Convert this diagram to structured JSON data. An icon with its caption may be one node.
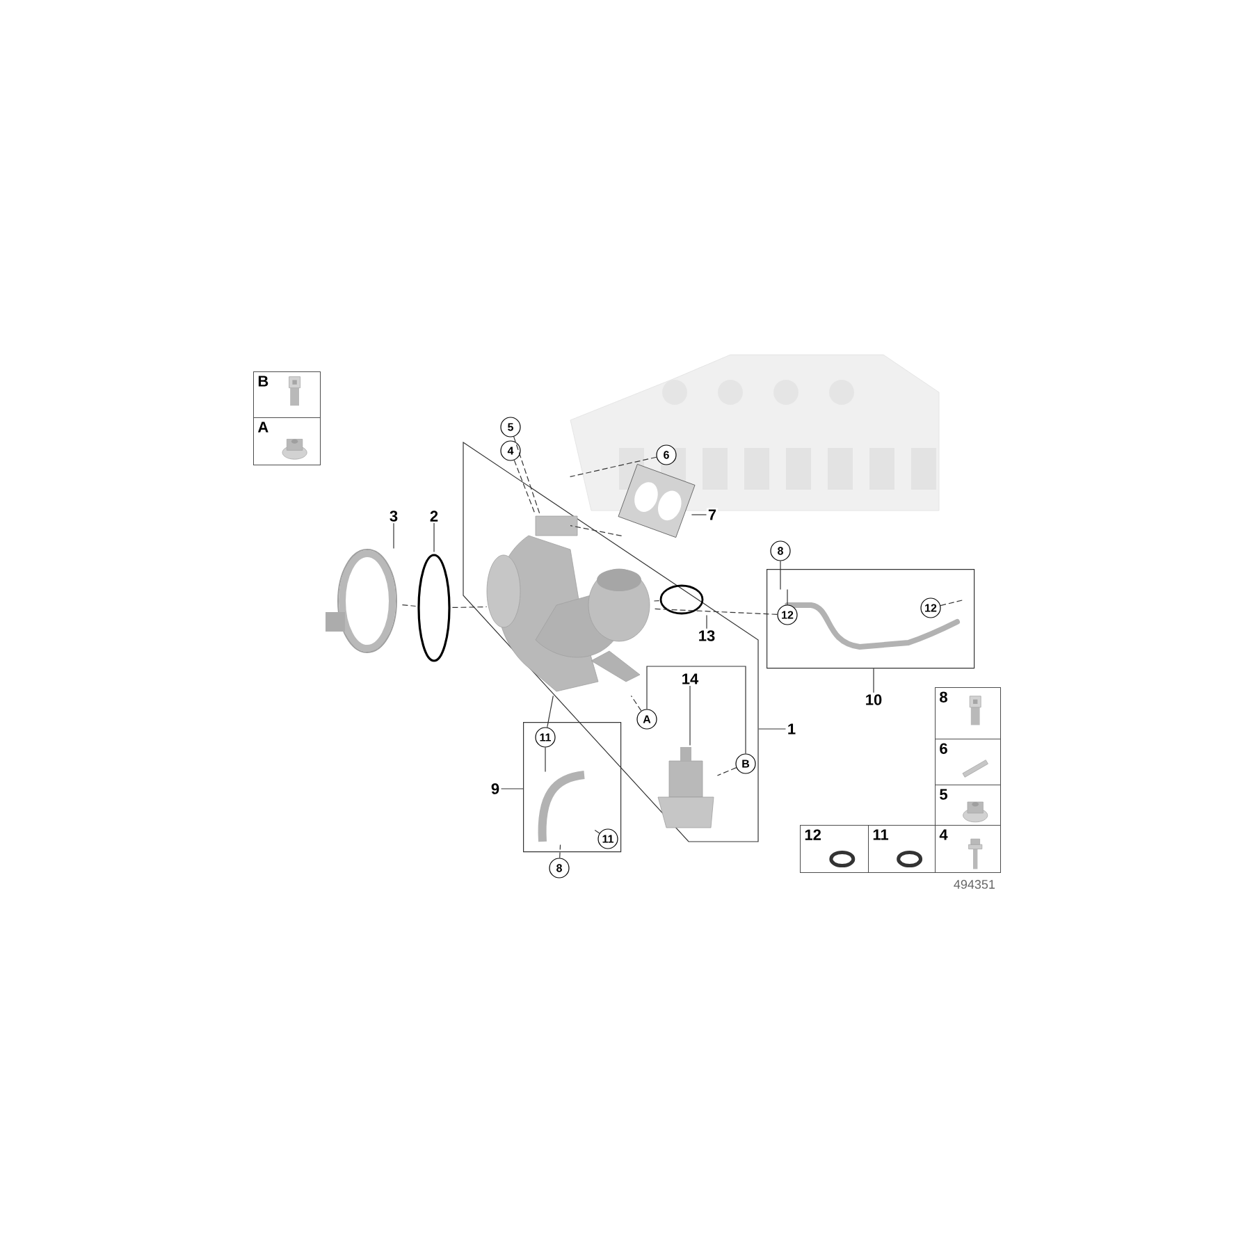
{
  "diagram": {
    "nodes": [
      {
        "text": [
          "B"
        ]
      },
      {
        "text": [
          "A"
        ]
      },
      {
        "text": [],
        "shape": "picture"
      },
      {
        "text": [
          "5"
        ]
      },
      {
        "text": [
          "4"
        ]
      },
      {
        "text": [
          "6"
        ],
        "in": 2
      },
      {
        "text": [],
        "shape": "picture"
      },
      {
        "text": [
          "7"
        ]
      },
      {
        "text": [
          "3"
        ]
      },
      {
        "text": [
          "2"
        ]
      },
      {
        "text": [],
        "shape": "picture"
      },
      {
        "text": [],
        "shape": "circle"
      },
      {
        "text": [],
        "shape": "box"
      },
      {
        "text": [],
        "shape": "picture",
        "in": 12
      },
      {
        "text": [],
        "shape": "circle",
        "in": 12
      },
      {
        "text": [
          "13"
        ],
        "in": 12
      },
      {
        "text": [],
        "shape": "box"
      },
      {
        "text": [],
        "shape": "picture",
        "in": 16
      },
      {
        "text": [
          "8"
        ]
      },
      {
        "text": [
          "12"
        ],
        "in": 16
      },
      {
        "text": [
          "12"
        ],
        "in": 16
      },
      {
        "text": [
          "10"
        ]
      },
      {
        "text": [
          "14"
        ],
        "in": 12
      },
      {
        "text": [
          "A"
        ],
        "in": 12
      },
      {
        "text": [
          "B"
        ],
        "in": 12
      },
      {
        "text": [],
        "shape": "picture",
        "in": 12
      },
      {
        "text": [
          "1"
        ]
      },
      {
        "text": [],
        "shape": "box"
      },
      {
        "text": [
          "11"
        ],
        "in": 27
      },
      {
        "text": [],
        "shape": "picture",
        "in": 27
      },
      {
        "text": [
          "11"
        ],
        "in": 27
      },
      {
        "text": [
          "9"
        ]
      },
      {
        "text": [
          "8"
        ]
      },
      {
        "text": [
          "8"
        ]
      },
      {
        "text": [
          "6"
        ]
      },
      {
        "text": [
          "5"
        ]
      },
      {
        "text": [
          "12"
        ]
      },
      {
        "text": [
          "11"
        ]
      },
      {
        "text": [
          "4"
        ]
      }
    ],
    "edges": [
      {
        "from": 3,
        "to": 13,
        "arrow": "none",
        "style": "dashed"
      },
      {
        "from": 4,
        "to": 13,
        "arrow": "none",
        "style": "dashed"
      },
      {
        "from": 5,
        "to": 2,
        "arrow": "none",
        "style": "dashed"
      },
      {
        "from": 6,
        "to": 13,
        "arrow": "none",
        "style": "dashed"
      },
      {
        "from": 7,
        "to": 6,
        "arrow": "none"
      },
      {
        "from": 8,
        "to": 10,
        "arrow": "none"
      },
      {
        "from": 9,
        "to": 11,
        "arrow": "none"
      },
      {
        "from": 10,
        "to": 11,
        "arrow": "none",
        "style": "dashed"
      },
      {
        "from": 11,
        "to": 13,
        "arrow": "none",
        "style": "dashed"
      },
      {
        "from": 15,
        "to": 14,
        "arrow": "none"
      },
      {
        "from": 14,
        "to": 13,
        "arrow": "none",
        "style": "dashed"
      },
      {
        "from": 18,
        "to": 17,
        "arrow": "none"
      },
      {
        "from": 19,
        "to": 17,
        "arrow": "none"
      },
      {
        "from": 19,
        "to": 13,
        "arrow": "none",
        "style": "dashed"
      },
      {
        "from": 20,
        "to": 17,
        "arrow": "none",
        "style": "dashed"
      },
      {
        "from": 21,
        "to": 16,
        "arrow": "none"
      },
      {
        "from": 22,
        "to": 25,
        "arrow": "none"
      },
      {
        "from": 22,
        "to": 23,
        "arrow": "none"
      },
      {
        "from": 22,
        "to": 24,
        "arrow": "none"
      },
      {
        "from": 23,
        "to": 13,
        "arrow": "none",
        "style": "dashed"
      },
      {
        "from": 24,
        "to": 25,
        "arrow": "none",
        "style": "dashed"
      },
      {
        "from": 26,
        "to": 12,
        "arrow": "none"
      },
      {
        "from": 31,
        "to": 27,
        "arrow": "none"
      },
      {
        "from": 28,
        "to": 13,
        "arrow": "none"
      },
      {
        "from": 28,
        "to": 29,
        "arrow": "none"
      },
      {
        "from": 30,
        "to": 29,
        "arrow": "none",
        "style": "dashed"
      },
      {
        "from": 32,
        "to": 29,
        "arrow": "none",
        "style": "dashed"
      }
    ],
    "labels": [
      "494351"
    ]
  }
}
